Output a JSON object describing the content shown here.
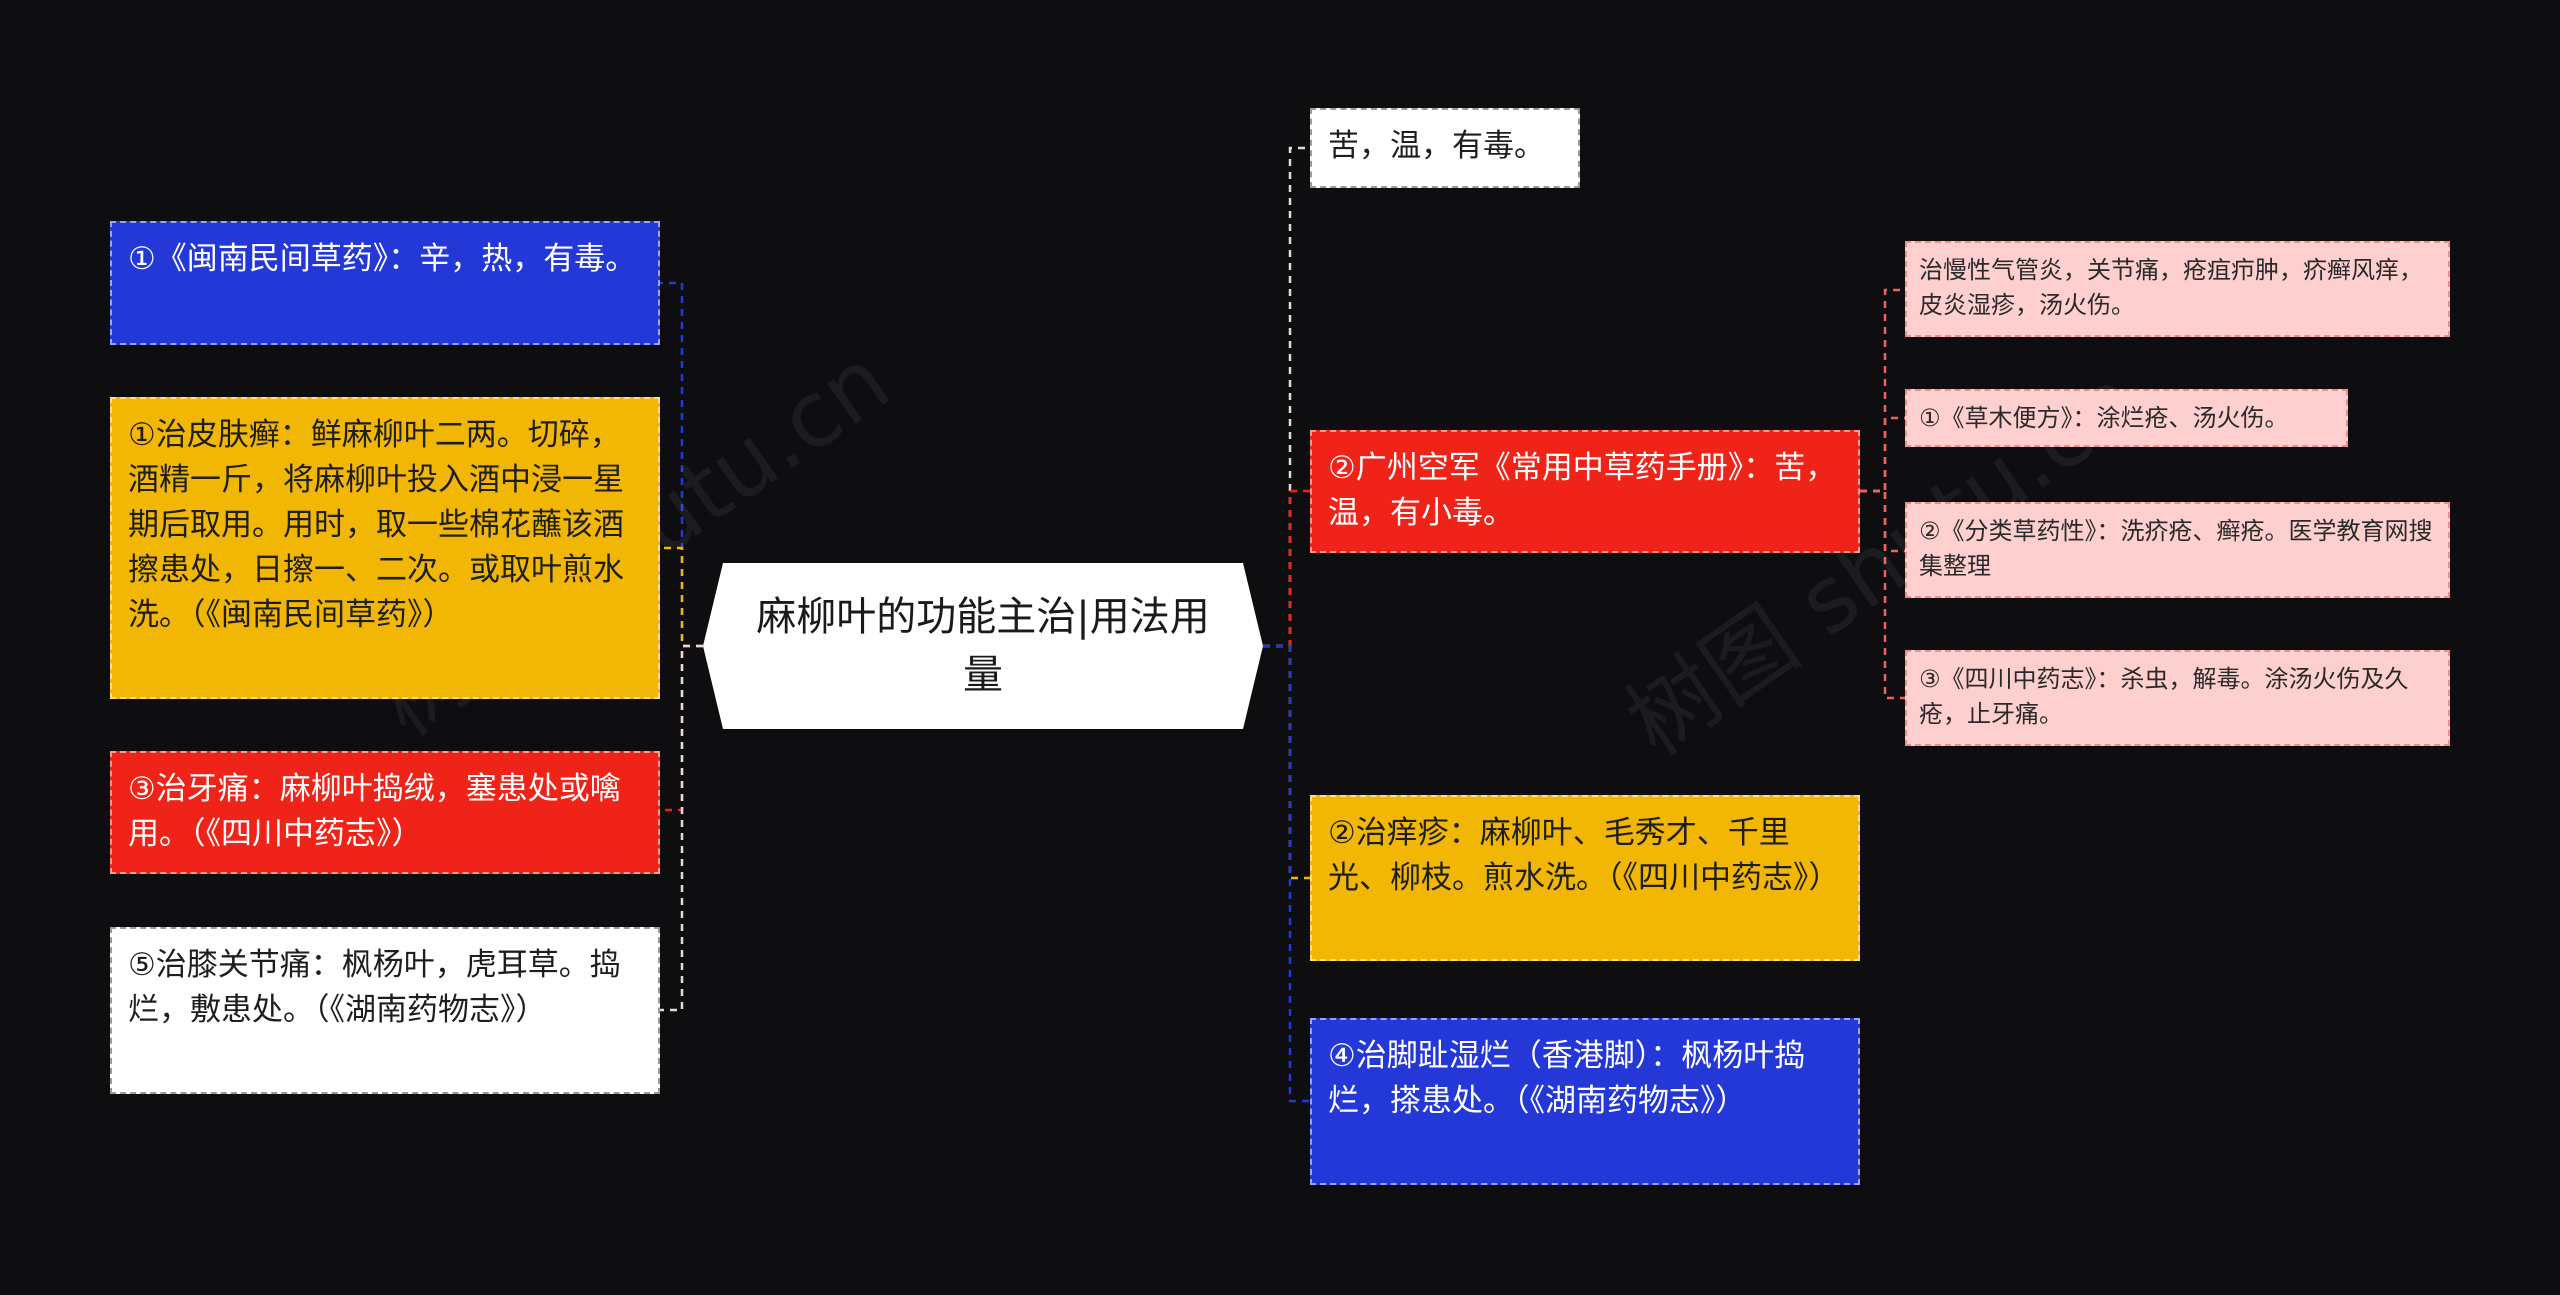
{
  "center": {
    "title": "麻柳叶的功能主治|用法用量"
  },
  "left_nodes": [
    {
      "id": "l1",
      "text": "①《闽南民间草药》：辛，热，有毒。",
      "color": "#2438d8"
    },
    {
      "id": "l2",
      "text": "①治皮肤癣：鲜麻柳叶二两。切碎，酒精一斤，将麻柳叶投入酒中浸一星期后取用。用时，取一些棉花蘸该酒擦患处，日擦一、二次。或取叶煎水洗。（《闽南民间草药》）",
      "color": "#f2b705"
    },
    {
      "id": "l3",
      "text": "③治牙痛：麻柳叶捣绒，塞患处或噙用。（《四川中药志》）",
      "color": "#f02318"
    },
    {
      "id": "l4",
      "text": "⑤治膝关节痛：枫杨叶，虎耳草。捣烂，敷患处。（《湖南药物志》）",
      "color": "#ffffff"
    }
  ],
  "right_nodes": [
    {
      "id": "r1",
      "text": "苦，温，有毒。",
      "color": "#ffffff"
    },
    {
      "id": "r2",
      "text": "②广州空军《常用中草药手册》：苦，温，有小毒。",
      "color": "#f02318"
    },
    {
      "id": "r3",
      "text": "②治痒疹：麻柳叶、毛秀才、千里光、柳枝。煎水洗。（《四川中药志》）",
      "color": "#f2b705"
    },
    {
      "id": "r4",
      "text": "④治脚趾湿烂（香港脚）：枫杨叶捣烂，搽患处。（《湖南药物志》）",
      "color": "#2438d8"
    }
  ],
  "sub_nodes": [
    {
      "id": "s1",
      "text": "治慢性气管炎，关节痛，疮疽疖肿，疥癣风痒，皮炎湿疹，汤火伤。",
      "color": "#fdd0cf"
    },
    {
      "id": "s2",
      "text": "①《草木便方》：涂烂疮、汤火伤。",
      "color": "#fdd0cf"
    },
    {
      "id": "s3",
      "text": "②《分类草药性》：洗疥疮、癣疮。医学教育网搜集整理",
      "color": "#fdd0cf"
    },
    {
      "id": "s4",
      "text": "③《四川中药志》：杀虫，解毒。涂汤火伤及久疮，止牙痛。",
      "color": "#fdd0cf"
    }
  ],
  "watermarks": [
    "树图 shutu.cn",
    "树图 shutu.cn"
  ],
  "line_colors": {
    "blue": "#2438d8",
    "yellow": "#f2b705",
    "red": "#f02318",
    "white": "#dddddd",
    "pink": "#f06060"
  }
}
